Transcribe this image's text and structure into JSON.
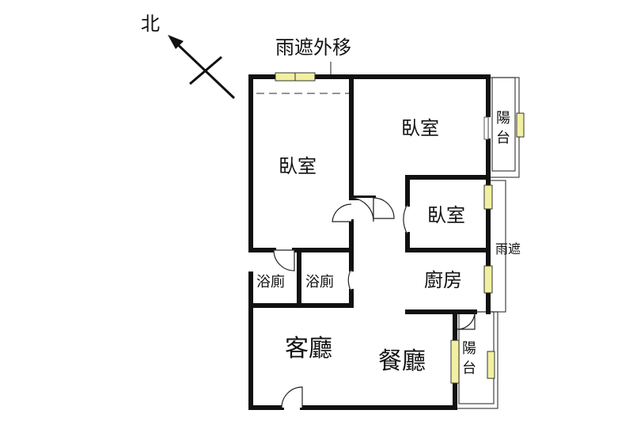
{
  "compass": {
    "label": "北"
  },
  "annotation": {
    "canopy_relocated": "雨遮外移"
  },
  "rooms": {
    "bedroom_large": "臥室",
    "bedroom_top_right": "臥室",
    "bedroom_small": "臥室",
    "bath_left": "浴廁",
    "bath_right": "浴廁",
    "kitchen": "廚房",
    "living_room": "客廳",
    "dining_room": "餐廳",
    "balcony_top": "陽台",
    "balcony_bottom": "陽台",
    "canopy": "雨遮"
  },
  "colors": {
    "wall": "#111111",
    "window": "#f2f0a0",
    "background": "#ffffff"
  }
}
